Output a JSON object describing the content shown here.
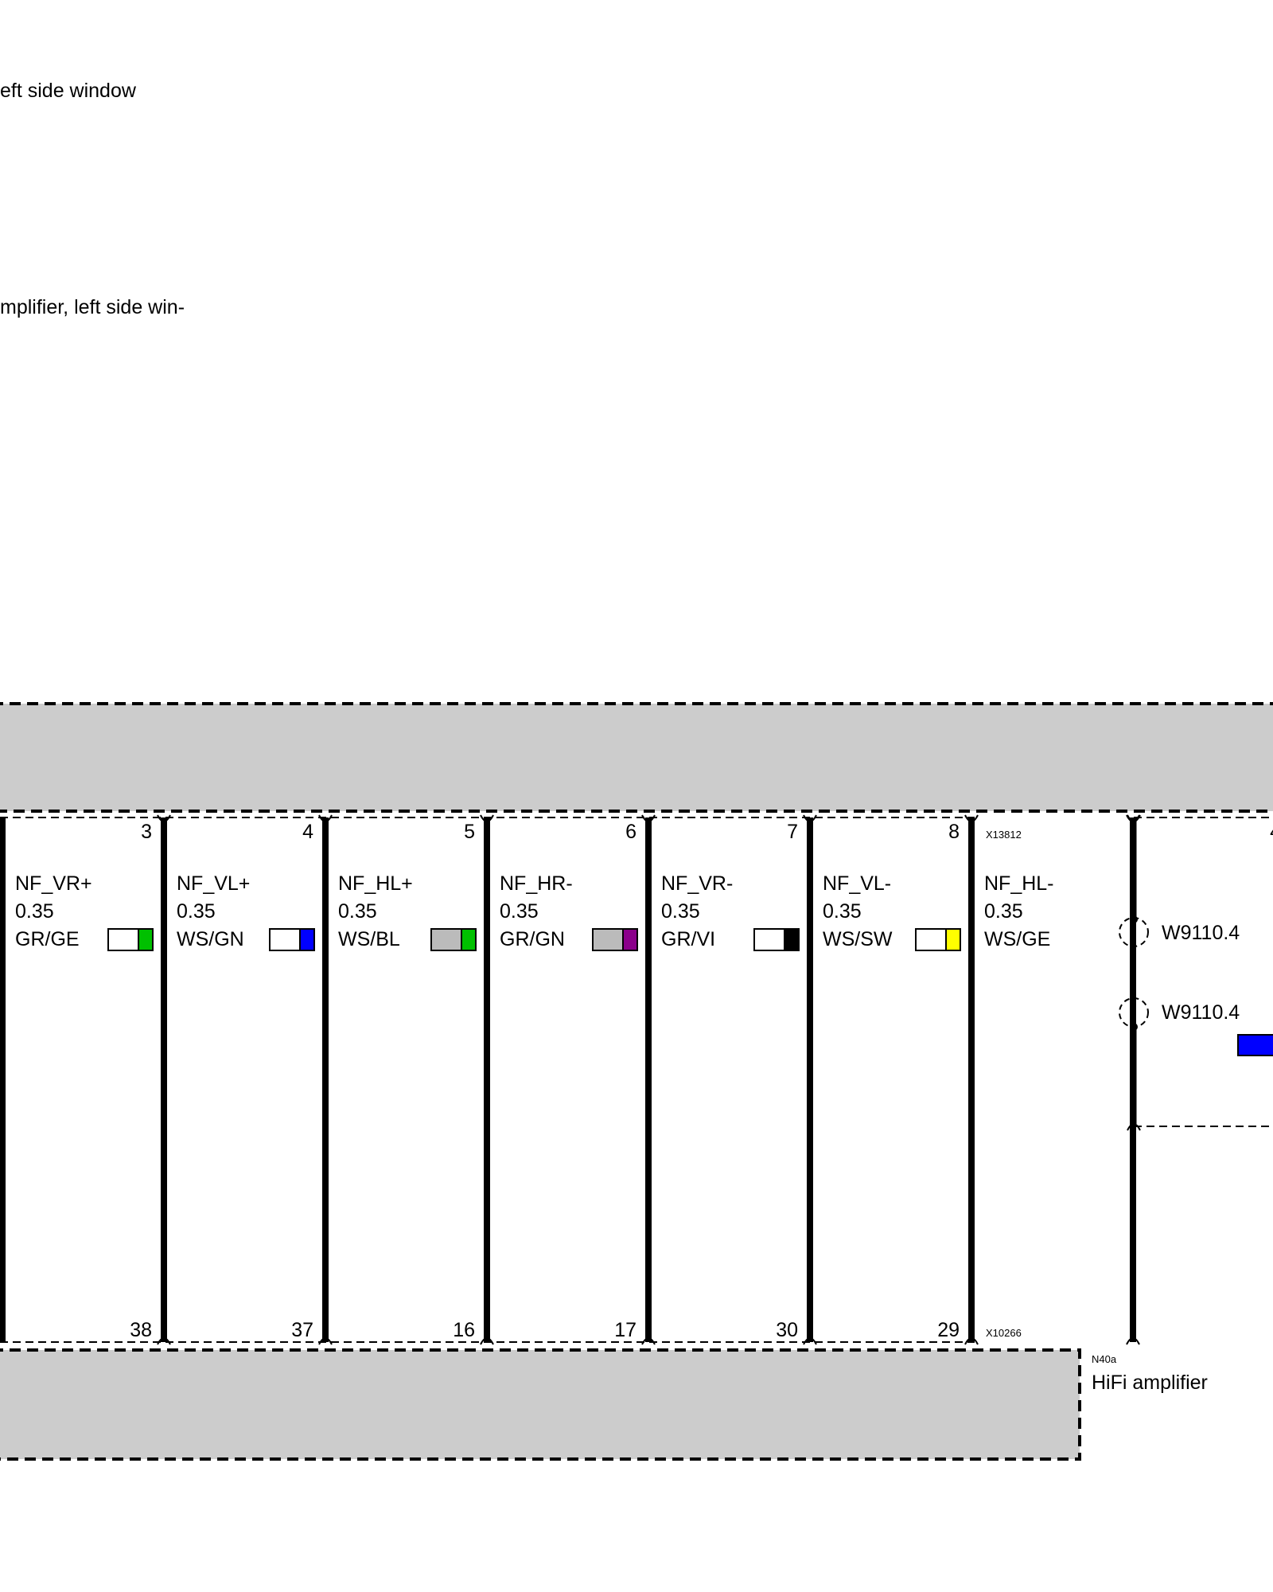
{
  "texts": {
    "caption_top": "eft side window",
    "caption_mid": "mplifier, left side win-",
    "connector_top": "X13812",
    "connector_bottom": "X10266",
    "component_code": "N40a",
    "component_name": "HiFi amplifier",
    "splice_upper": "W9110.4",
    "splice_lower": "W9110.4",
    "right_pin_partial": "4"
  },
  "wires": [
    {
      "top_pin": "3",
      "bottom_pin": "38",
      "signal": "NF_VR+",
      "size": "0.35",
      "color_code": "GR/GE",
      "colors": [
        "#ffffff",
        "#00c000"
      ]
    },
    {
      "top_pin": "4",
      "bottom_pin": "37",
      "signal": "NF_VL+",
      "size": "0.35",
      "color_code": "WS/GN",
      "colors": [
        "#ffffff",
        "#0000ff"
      ]
    },
    {
      "top_pin": "5",
      "bottom_pin": "16",
      "signal": "NF_HL+",
      "size": "0.35",
      "color_code": "WS/BL",
      "colors": [
        "#bbbbbb",
        "#00c000"
      ]
    },
    {
      "top_pin": "6",
      "bottom_pin": "17",
      "signal": "NF_HR-",
      "size": "0.35",
      "color_code": "GR/GN",
      "colors": [
        "#bbbbbb",
        "#8b008b"
      ]
    },
    {
      "top_pin": "7",
      "bottom_pin": "30",
      "signal": "NF_VR-",
      "size": "0.35",
      "color_code": "GR/VI",
      "colors": [
        "#ffffff",
        "#000000"
      ]
    },
    {
      "top_pin": "8",
      "bottom_pin": "29",
      "signal": "NF_VL-",
      "size": "0.35",
      "color_code": "WS/SW",
      "colors": [
        "#ffffff",
        "#ffff00"
      ]
    },
    {
      "top_pin": "",
      "bottom_pin": "",
      "signal": "NF_HL-",
      "size": "0.35",
      "color_code": "WS/GE",
      "colors": []
    }
  ],
  "colors": {
    "housing_fill": "#cccccc",
    "right_swatch": "#0000ff"
  }
}
